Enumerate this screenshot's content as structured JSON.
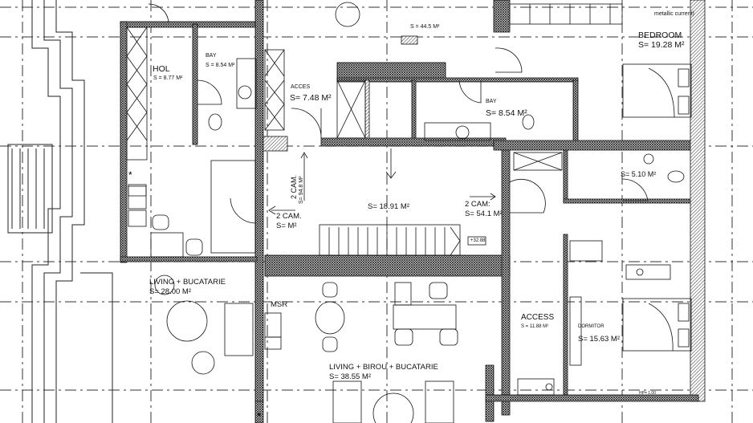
{
  "plan": {
    "note_top": "metallic current)",
    "bedroom": {
      "name": "BEDROOM",
      "area": "S= 19.28 M²"
    },
    "upper_area": "S = 44.5 M²",
    "hol": {
      "name": "HOL",
      "area": "S = 8.77 M²"
    },
    "bay_left": {
      "name": "BAY",
      "area": "S = 8.54 M²"
    },
    "acces": {
      "name": "ACCES",
      "area": "S= 7.48 M²"
    },
    "bay_center": {
      "name": "BAY",
      "area": "S= 8.54 M²"
    },
    "bath_right": {
      "area": "S= 5.10 M²"
    },
    "stair_up": {
      "name": "2 CAM.",
      "area": "S= 94.8 M²"
    },
    "stair_left": {
      "name": "2 CAM.",
      "area": "S= M²"
    },
    "hall_area": "S= 18.91 M²",
    "stair_right": {
      "name": "2 CAM:",
      "area": "S= 54.1 M²"
    },
    "level_mark": "+32.88",
    "living_left": {
      "name": "LIVING + BUCATARIE",
      "area": "S= 28.00 M²"
    },
    "msr": "MSR",
    "access": {
      "name": "ACCESS",
      "area": "S = 11.88 M²"
    },
    "dormitor": {
      "name": "DORMITOR",
      "area": "S= 15.63 M²"
    },
    "living_center": {
      "name": "LIVING + BIROU + BUCATARIE",
      "area": "S= 38.55 M²"
    },
    "window_height": "HP= 1.00",
    "colors": {
      "lines": "#111111",
      "background": "#ffffff"
    }
  }
}
